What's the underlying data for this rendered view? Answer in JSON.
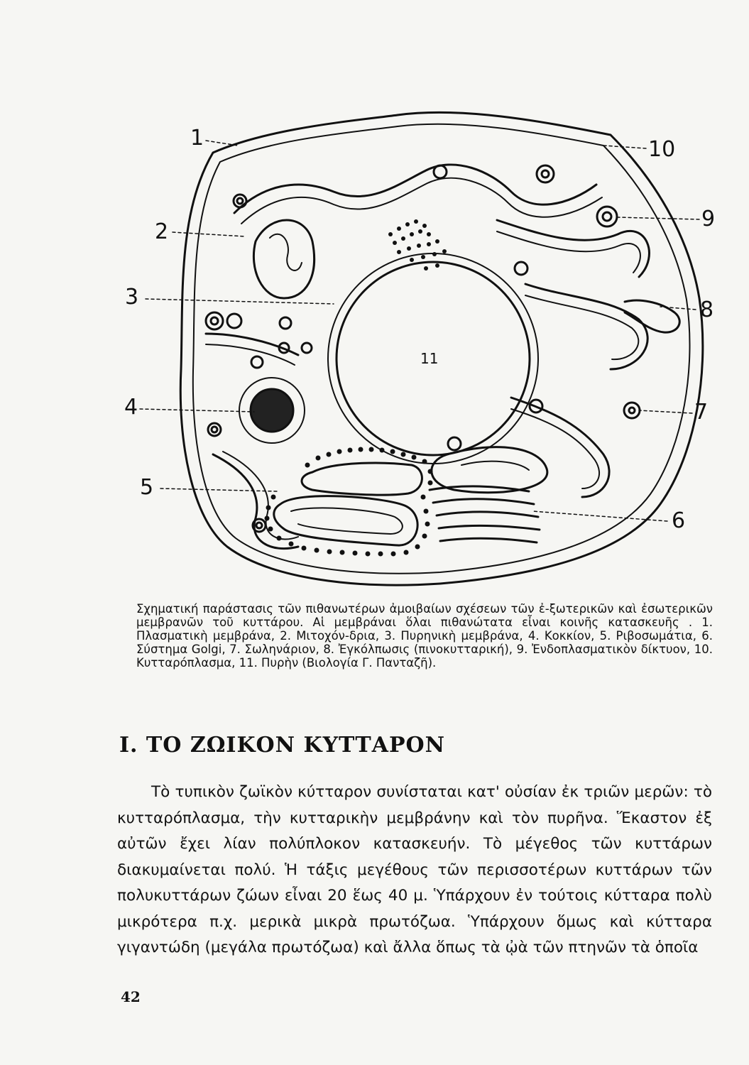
{
  "figure": {
    "labels": [
      "1",
      "2",
      "3",
      "4",
      "5",
      "6",
      "7",
      "8",
      "9",
      "10",
      "11"
    ]
  },
  "caption": "Σχηματική παράστασις τῶν πιθανωτέρων ἀμοιβαίων σχέσεων τῶν ἐ-ξωτερικῶν καὶ ἐσωτερικῶν μεμβρανῶν τοῦ κυττάρου. Αἱ μεμβράναι ὅλαι πιθανώτατα εἶναι κοινῆς κατασκευῆς . 1. Πλασματικὴ μεμβράνα, 2. Μιτοχόν-δρια, 3. Πυρηνικὴ μεμβράνα, 4. Κοκκίον, 5. Ριβοσωμάτια, 6. Σύστημα Golgi, 7. Σωληνάριον, 8. Ἐγκόλπωσις (πινοκυτταρική), 9. Ἐνδοπλασματικὸν δίκτυον, 10. Κυτταρόπλασμα, 11. Πυρὴν (Βιολογία Γ. Πανταζῆ).",
  "section_heading": "I. ΤΟ ΖΩΙΚΟΝ ΚΥΤΤΑΡΟΝ",
  "body_text": "Τὸ τυπικὸν ζωϊκὸν κύτταρον συνίσταται κατ' οὐσίαν ἐκ τριῶν μερῶν: τὸ κυτταρόπλασμα, τὴν κυτταρικὴν μεμβράνην καὶ τὸν πυρῆνα. Ἕκαστον ἐξ αὐτῶν ἔχει λίαν πολύπλοκον κατασκευήν. Τὸ μέγεθος τῶν κυττάρων διακυμαίνεται πολύ. Ἡ τάξις μεγέθους τῶν περισσοτέρων κυττάρων τῶν πολυκυττάρων ζώων εἶναι 20 ἕως 40 μ. Ὑπάρχουν ἐν τούτοις κύτταρα πολὺ μικρότερα π.χ. μερικὰ μικρὰ πρωτόζωα. Ὑπάρχουν ὅμως καὶ κύτταρα γιγαντώδη (μεγάλα πρωτόζωα) καὶ ἄλλα ὅπως τὰ ᾠὰ τῶν πτηνῶν τὰ ὁποῖα",
  "page_number": "42"
}
